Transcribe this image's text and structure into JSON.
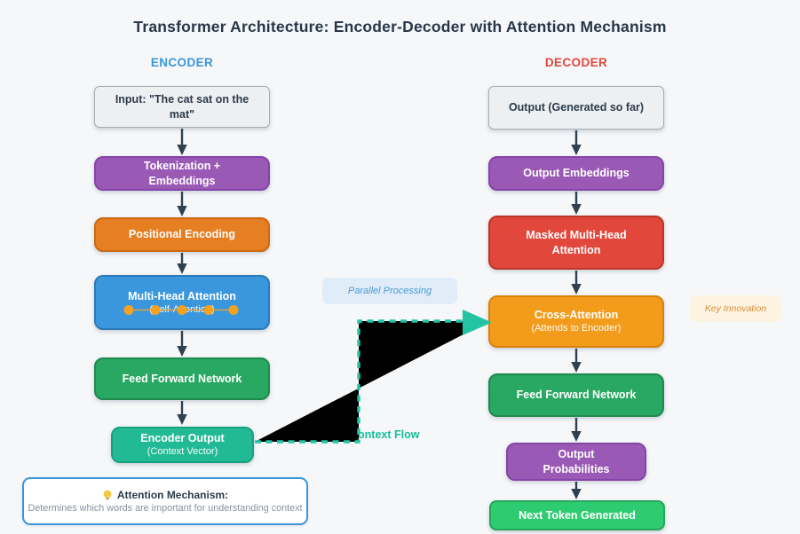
{
  "title": "Transformer Architecture: Encoder-Decoder with Attention Mechanism",
  "encoder": {
    "heading": "ENCODER",
    "nodes": [
      {
        "label": "Input: \"The cat sat on the mat\""
      },
      {
        "label": "Tokenization + Embeddings"
      },
      {
        "label": "Positional Encoding"
      },
      {
        "label": "Multi-Head Attention",
        "sublabel": "(Self-Attention)"
      },
      {
        "label": "Feed Forward Network"
      },
      {
        "label": "Encoder Output",
        "sublabel": "(Context Vector)"
      }
    ]
  },
  "decoder": {
    "heading": "DECODER",
    "nodes": [
      {
        "label": "Output (Generated so far)"
      },
      {
        "label": "Output Embeddings"
      },
      {
        "label": "Masked Multi-Head Attention"
      },
      {
        "label": "Cross-Attention",
        "sublabel": "(Attends to Encoder)"
      },
      {
        "label": "Feed Forward Network"
      },
      {
        "label": "Output Probabilities"
      },
      {
        "label": "Next Token Generated"
      }
    ]
  },
  "annotations": {
    "parallel_processing": "Parallel Processing",
    "key_innovation": "Key Innovation",
    "context_flow": "Context Flow"
  },
  "note": {
    "icon": "lightbulb",
    "title": "Attention Mechanism:",
    "body": "Determines which words are important for understanding context"
  },
  "colors": {
    "background": "#f5f7f9",
    "title_text": "#273749",
    "encoder_heading": "#3b96da",
    "decoder_heading": "#e2473b",
    "purple": "#9b59b6",
    "orange": "#e67e22",
    "blue": "#3b97dd",
    "green": "#28a862",
    "teal": "#22ba95",
    "red": "#e2473b",
    "amber": "#f39c1b",
    "bright_green": "#2ecc71",
    "gray_box": "#edeff1",
    "arrow": "#2f4050",
    "context_flow_accent": "#23c4a4",
    "attention_dots": "#f5a220",
    "note_border": "#3b96da"
  }
}
